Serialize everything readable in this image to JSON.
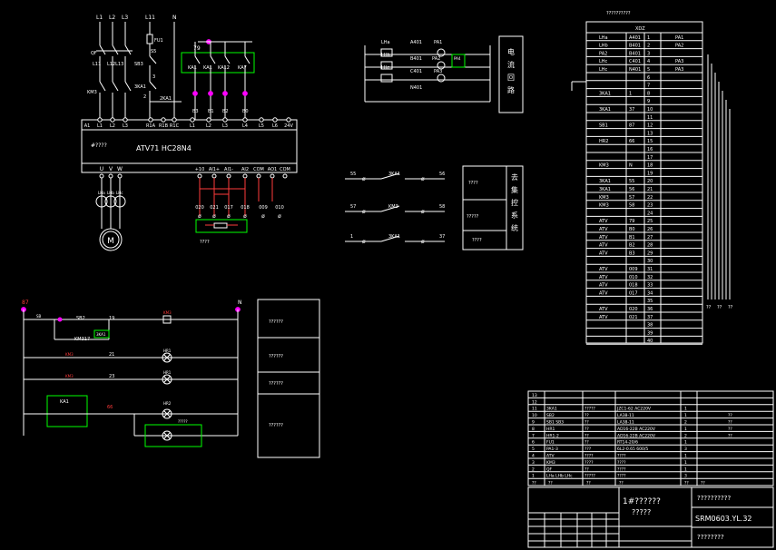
{
  "colors": {
    "background": "#000000",
    "line": "#ffffff",
    "accent_red": "#ff3b3b",
    "accent_magenta": "#ff00ff",
    "accent_green": "#00ff00",
    "accent_yellow": "#ffff00"
  },
  "top_left": {
    "phase_labels": [
      "L1",
      "L2",
      "L3",
      "L11",
      "N"
    ],
    "breaker_labels": [
      "QF",
      "L11",
      "L12L13",
      "KM3"
    ],
    "fuse_label": "FU1",
    "sb_labels": [
      "SB3",
      "S5",
      "3KA1",
      "2",
      "3",
      "2KA1"
    ],
    "relay_box_number": "79",
    "relays": [
      "KA1",
      "KA1",
      "KA12",
      "KA7"
    ],
    "relay_terminals": [
      "B3",
      "B1",
      "B2",
      "B0"
    ],
    "drive_top_terminals": [
      "A1",
      "L1",
      "L2",
      "L3",
      "R1A",
      "R1B",
      "R1C",
      "L1",
      "L2",
      "L3",
      "L4",
      "L5",
      "L6",
      "24V"
    ],
    "drive_name": "ATV71 HC28N4",
    "drive_side_label": "#????",
    "drive_bottom_left": [
      "U",
      "V",
      "W"
    ],
    "drive_bottom_right": [
      "+10",
      "AI1+",
      "AI1-",
      "AI2",
      "COM",
      "AO1",
      "COM"
    ],
    "analog_terminal_labels": [
      "020",
      "021",
      "017",
      "018",
      "009",
      "010"
    ],
    "ct_labels": [
      "LHa",
      "LHb",
      "LHc"
    ],
    "motor_label": "M",
    "pot_label": "????"
  },
  "ammeter": {
    "labels": [
      "LHa",
      "A401",
      "PA1",
      "LHb",
      "B401",
      "PA2",
      "LHc",
      "C401",
      "PA3",
      "N401"
    ],
    "side_box_text": "电流回路",
    "extra": "PA4"
  },
  "remote_control": {
    "rows": [
      {
        "left": "55",
        "mid": "3KA1",
        "right": "56",
        "box": "????"
      },
      {
        "left": "57",
        "mid": "KM3",
        "right": "58",
        "box": "?????"
      },
      {
        "left": "1",
        "mid": "3KA1",
        "right": "37",
        "box": "????"
      }
    ],
    "side_text": "去集控系统"
  },
  "terminal_table": {
    "header_top": "??????????",
    "header_col": "XDZ",
    "rows": [
      [
        "LHa",
        "A401",
        "1",
        "PA1"
      ],
      [
        "LHb",
        "B401",
        "2",
        "PA2"
      ],
      [
        "PA2",
        "B401",
        "3",
        ""
      ],
      [
        "LHc",
        "C401",
        "4",
        "PA3"
      ],
      [
        "LHc",
        "N401",
        "5",
        "PA3"
      ],
      [
        "",
        "",
        "6",
        ""
      ],
      [
        "",
        "",
        "7",
        ""
      ],
      [
        "3KA1",
        "1",
        "8",
        ""
      ],
      [
        "",
        "",
        "9",
        ""
      ],
      [
        "3KA1",
        "37",
        "10",
        ""
      ],
      [
        "",
        "",
        "11",
        ""
      ],
      [
        "SB1",
        "87",
        "12",
        ""
      ],
      [
        "",
        "",
        "13",
        ""
      ],
      [
        "HR2",
        "66",
        "15",
        ""
      ],
      [
        "",
        "",
        "16",
        ""
      ],
      [
        "",
        "",
        "17",
        ""
      ],
      [
        "KM3",
        "N",
        "18",
        ""
      ],
      [
        "",
        "",
        "19",
        ""
      ],
      [
        "3KA1",
        "55",
        "20",
        ""
      ],
      [
        "3KA1",
        "56",
        "21",
        ""
      ],
      [
        "KM3",
        "57",
        "22",
        ""
      ],
      [
        "KM3",
        "58",
        "23",
        ""
      ],
      [
        "",
        "",
        "24",
        ""
      ],
      [
        "ATV",
        "79",
        "25",
        ""
      ],
      [
        "ATV",
        "B0",
        "26",
        ""
      ],
      [
        "ATV",
        "B1",
        "27",
        ""
      ],
      [
        "ATV",
        "B2",
        "28",
        ""
      ],
      [
        "ATV",
        "B3",
        "29",
        ""
      ],
      [
        "",
        "",
        "30",
        ""
      ],
      [
        "ATV",
        "009",
        "31",
        ""
      ],
      [
        "ATV",
        "010",
        "32",
        ""
      ],
      [
        "ATV",
        "018",
        "33",
        ""
      ],
      [
        "ATV",
        "017",
        "34",
        ""
      ],
      [
        "",
        "",
        "35",
        ""
      ],
      [
        "ATV",
        "020",
        "36",
        ""
      ],
      [
        "ATV",
        "021",
        "37",
        ""
      ],
      [
        "",
        "",
        "38",
        ""
      ],
      [
        "",
        "",
        "39",
        ""
      ],
      [
        "",
        "",
        "40",
        ""
      ]
    ],
    "right_cols": [
      "??",
      "??",
      "??"
    ]
  },
  "control_circuit": {
    "left_label": "87",
    "right_label": "N",
    "items": [
      "SB",
      "SB2",
      "19",
      "KM3",
      "KM3",
      "17",
      "3KA1",
      "HR1",
      "21",
      "KM3",
      "HR1",
      "23",
      "KA1",
      "HR2",
      "66",
      "?????"
    ],
    "legend_boxes": [
      "??????",
      "??????",
      "??????",
      "??????"
    ]
  },
  "bom": {
    "rows": [
      [
        "13",
        "",
        "",
        "",
        "",
        ""
      ],
      [
        "12",
        "",
        "",
        "",
        "",
        ""
      ],
      [
        "11",
        "3KA1",
        "?????",
        "JZC1-62  AC220V",
        "1",
        ""
      ],
      [
        "10",
        "SB2",
        "??",
        "LA38-11",
        "1",
        "??"
      ],
      [
        "9",
        "SB1 SB3",
        "??",
        "LA38-11",
        "2",
        "??"
      ],
      [
        "8",
        "HR1",
        "??",
        "AD16-22B  AC220V",
        "1",
        "??"
      ],
      [
        "7",
        "HR1-2",
        "??",
        "AD16-22B  AC220V",
        "2",
        "??"
      ],
      [
        "6",
        "FU1",
        "??",
        "RT14-20/6",
        "1",
        ""
      ],
      [
        "5",
        "PA1-3",
        "???",
        "6L2-0.65  600/5",
        "3",
        ""
      ],
      [
        "4",
        "ATV",
        "????",
        "????",
        "1",
        ""
      ],
      [
        "3",
        "KM3",
        "????",
        "????",
        "1",
        ""
      ],
      [
        "2",
        "QF",
        "??",
        "????",
        "1",
        ""
      ],
      [
        "1",
        "LHa LHb LHc",
        "?????",
        "????",
        "3",
        ""
      ]
    ],
    "header": [
      "??",
      "??",
      "??",
      "??",
      "??",
      "??"
    ],
    "title_main": "1#??????",
    "title_sub": "?????",
    "company": "??????????",
    "drawing_no": "SRM0603.YL.32",
    "sheet_label": "????????"
  }
}
